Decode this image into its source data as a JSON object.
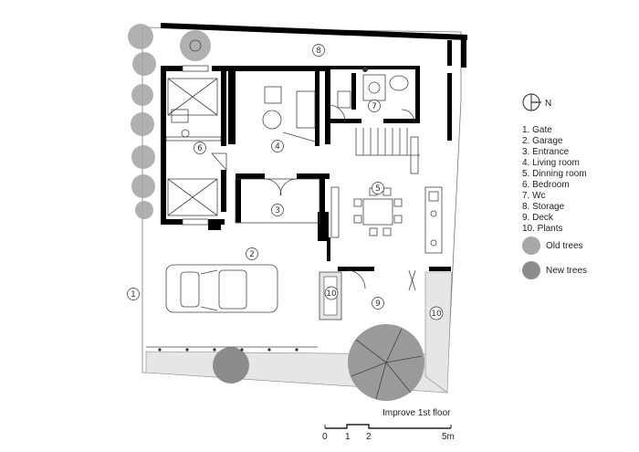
{
  "compass": {
    "label": "N"
  },
  "room_numbers": {
    "deck_top": "8",
    "living": "4",
    "bedroom": "6",
    "wc": "7",
    "dining": "5",
    "entrance": "3",
    "garage": "2",
    "gate": "1",
    "plants_left": "10",
    "deck": "9",
    "plants_right": "10"
  },
  "legend": {
    "items": [
      "1. Gate",
      "2. Garage",
      "3. Entrance",
      "4. Living room",
      "5. Dinning room",
      "6. Bedroom",
      "7. Wc",
      "8. Storage",
      "9. Deck",
      "10. Plants"
    ],
    "old_trees": "Old trees",
    "new_trees": "New trees",
    "old_trees_color": "#a8a8a8",
    "new_trees_color": "#8c8c8c"
  },
  "caption": "Improve 1st floor",
  "scale": {
    "labels": [
      "0",
      "1",
      "2",
      "5m"
    ]
  }
}
